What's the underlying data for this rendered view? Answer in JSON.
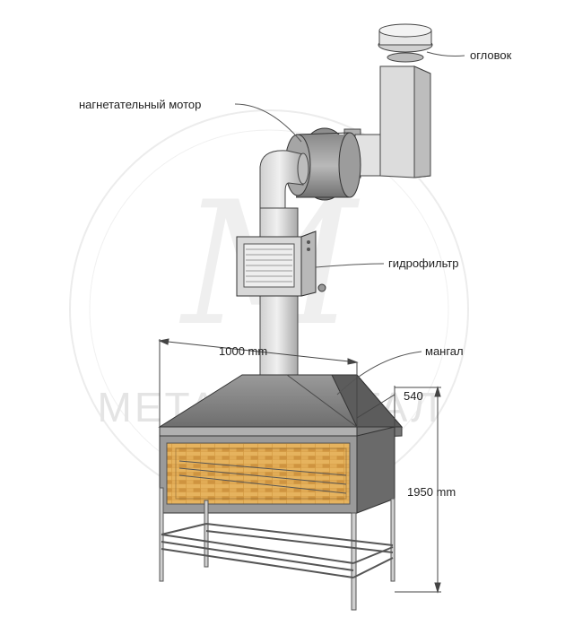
{
  "watermark": {
    "text": "METAL MAHГАЛ",
    "monogram": "M"
  },
  "labels": {
    "cap": "огловок",
    "motor": "нагнетательный мотор",
    "filter": "гидрофильтр",
    "grill": "мангал"
  },
  "dimensions": {
    "width": "1000 mm",
    "depth": "540",
    "height": "1950 mm"
  },
  "colors": {
    "metal_light": "#d7d7d7",
    "metal_mid": "#b3b3b3",
    "metal_dark": "#7c7c7c",
    "brick": "#d9a24a",
    "line": "#333333",
    "leader": "#555555"
  }
}
